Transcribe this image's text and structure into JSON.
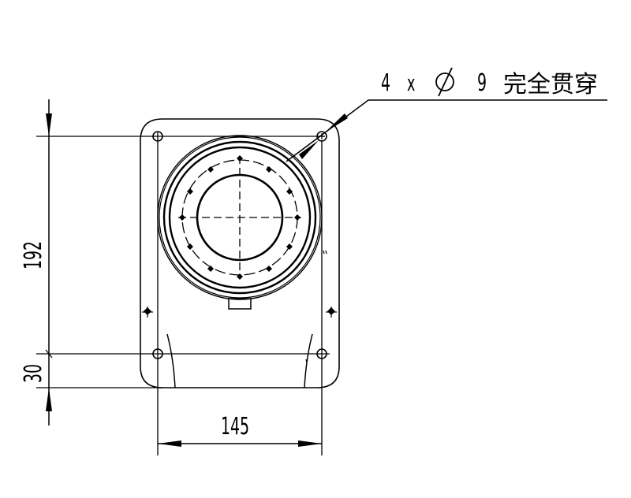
{
  "drawing": {
    "background": "#ffffff",
    "line_color": "#000000"
  },
  "callout": {
    "count": "4",
    "times": "x",
    "diameter_symbol": "∅",
    "diameter": "9",
    "note": "完全贯穿"
  },
  "dimensions": {
    "height_upper": "192",
    "height_lower": "30",
    "width": "145"
  }
}
